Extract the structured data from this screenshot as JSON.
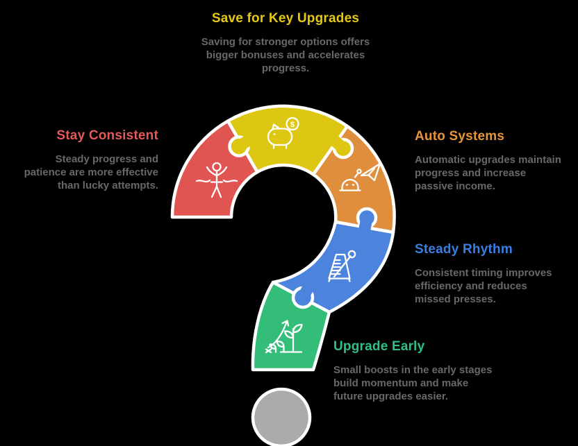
{
  "background": "#000000",
  "outline_color": "#FFFFFF",
  "body_text_color": "#6E6E6E",
  "dot_color": "#ABABAB",
  "coin_symbol": "$",
  "sections": {
    "save": {
      "title": "Save for Key Upgrades",
      "body": "Saving for stronger options offers bigger bonuses and accelerates progress.",
      "title_color": "#E6C912",
      "piece_color": "#DDC712",
      "icon": "piggy-bank-savings-icon"
    },
    "consistent": {
      "title": "Stay Consistent",
      "body": "Steady progress and patience are more effective than lucky attempts.",
      "title_color": "#E4595A",
      "piece_color": "#E05551",
      "icon": "finish-runner-icon"
    },
    "auto": {
      "title": "Auto Systems",
      "body": "Automatic upgrades maintain progress and increase passive income.",
      "title_color": "#E8943D",
      "piece_color": "#DE8E3C",
      "icon": "auto-send-robot-icon"
    },
    "rhythm": {
      "title": "Steady Rhythm",
      "body": "Consistent timing improves efficiency and reduces missed presses.",
      "title_color": "#3A7EE2",
      "piece_color": "#4C83DC",
      "icon": "metronome-icon"
    },
    "early": {
      "title": "Upgrade Early",
      "body": "Small boosts in the early stages build momentum and make future upgrades easier.",
      "title_color": "#2BC284",
      "piece_color": "#33BD78",
      "icon": "growth-plant-icon"
    }
  }
}
